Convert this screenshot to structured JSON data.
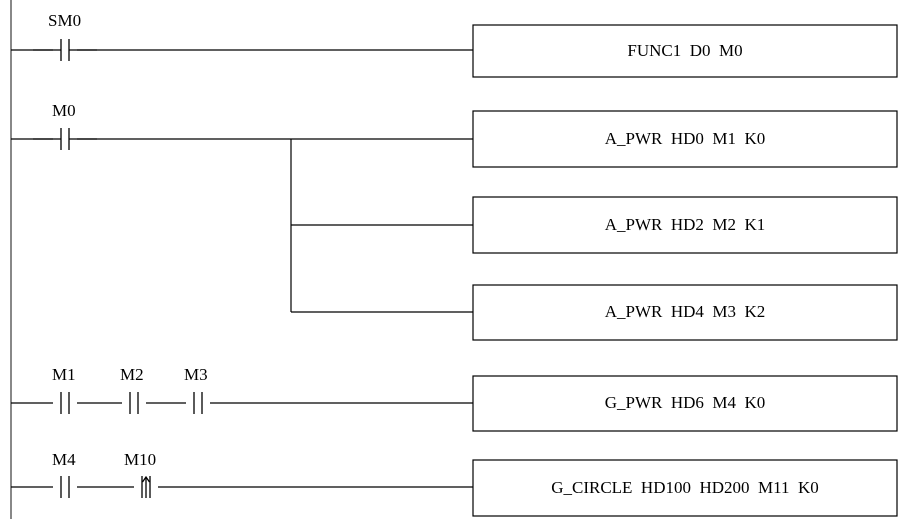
{
  "rungs": [
    {
      "contacts": [
        {
          "label": "SM0",
          "type": "normally-open"
        }
      ],
      "instructions": [
        "FUNC1  D0  M0"
      ]
    },
    {
      "contacts": [
        {
          "label": "M0",
          "type": "normally-open"
        }
      ],
      "instructions": [
        "A_PWR  HD0  M1  K0",
        "A_PWR  HD2  M2  K1",
        "A_PWR  HD4  M3  K2"
      ]
    },
    {
      "contacts": [
        {
          "label": "M1",
          "type": "normally-open"
        },
        {
          "label": "M2",
          "type": "normally-open"
        },
        {
          "label": "M3",
          "type": "normally-open"
        }
      ],
      "instructions": [
        "G_PWR  HD6  M4  K0"
      ]
    },
    {
      "contacts": [
        {
          "label": "M4",
          "type": "normally-open"
        },
        {
          "label": "M10",
          "type": "rising-edge"
        }
      ],
      "instructions": [
        "G_CIRCLE  HD100  HD200  M11  K0"
      ]
    }
  ]
}
